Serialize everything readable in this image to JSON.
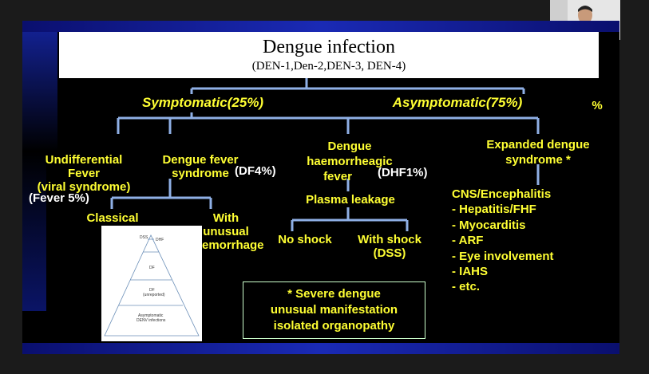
{
  "title": "Dengue infection",
  "subtitle": "(DEN-1,Den-2,DEN-3, DEN-4)",
  "symptomatic": "Symptomatic(25%)",
  "asymptomatic": "Asymptomatic(75%)",
  "stray_mark": "%",
  "undifferentiated": [
    "Undifferential",
    "Fever",
    "(viral syndrome)"
  ],
  "fever_pct": "(Fever 5%)",
  "df": [
    "Dengue fever",
    "syndrome"
  ],
  "df_pct": "(DF4%)",
  "dhf": [
    "Dengue",
    "haemorrheagic",
    "fever"
  ],
  "dhf_pct": "(DHF1%)",
  "expanded": [
    "Expanded dengue",
    "syndrome *"
  ],
  "classical": "Classical",
  "with_unusual": [
    "With",
    "unusual",
    "haemorrhage"
  ],
  "plasma": "Plasma leakage",
  "no_shock": "No shock",
  "with_shock": [
    "With shock",
    "(DSS)"
  ],
  "cns_items": [
    "CNS/Encephalitis",
    "- Hepatitis/FHF",
    "- Myocarditis",
    "- ARF",
    "- Eye involvement",
    "- IAHS",
    "- etc."
  ],
  "note": [
    "* Severe dengue",
    "unusual manifestation",
    "isolated organopathy"
  ],
  "pyramid": {
    "dss": "DSS",
    "dhf": "DHF",
    "df": "DF",
    "df_unreported": [
      "DF",
      "(unreported)"
    ],
    "asymptomatic": [
      "Asymptomatic",
      "DENV infections"
    ]
  }
}
